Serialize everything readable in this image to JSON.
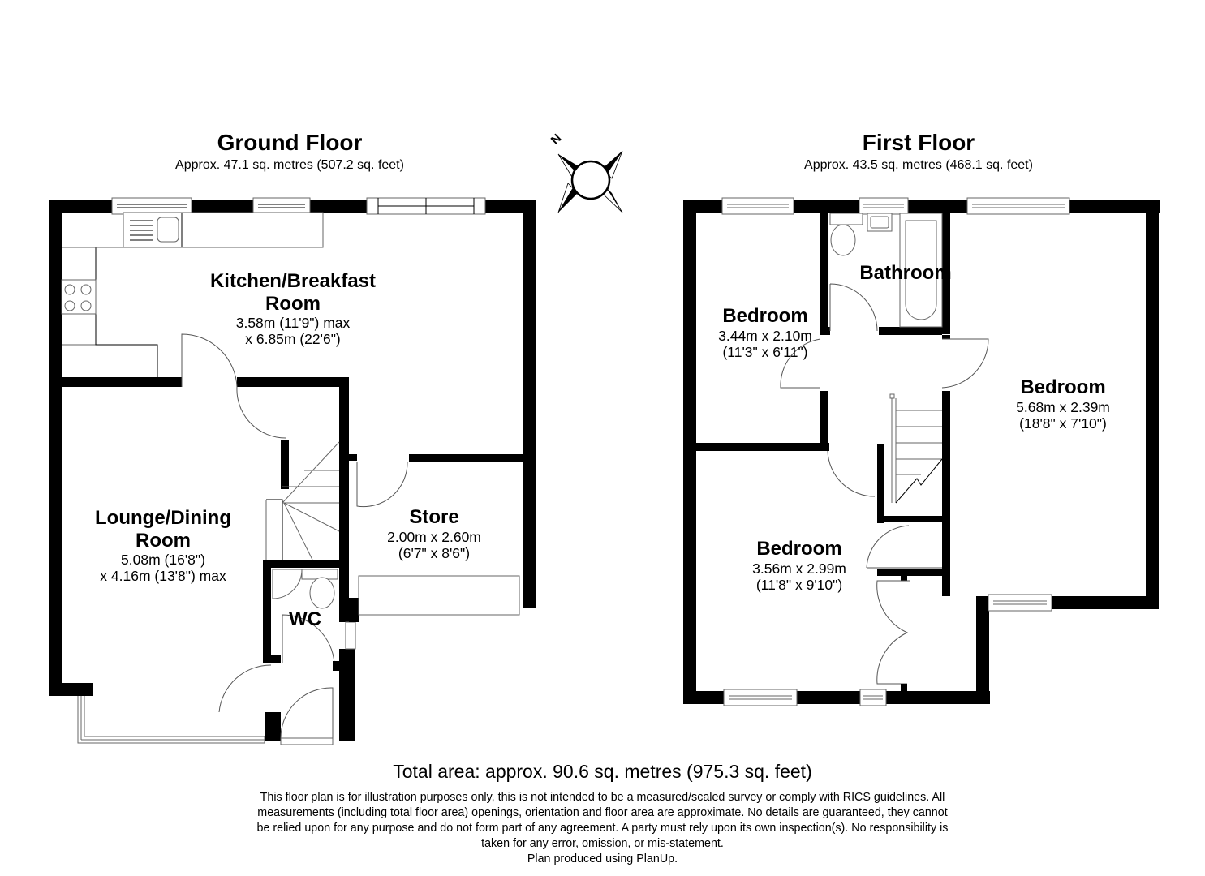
{
  "floors": [
    {
      "title": "Ground Floor",
      "area": "Approx. 47.1 sq. metres (507.2 sq. feet)",
      "rooms": [
        {
          "name": "Kitchen/Breakfast Room",
          "name_line1": "Kitchen/Breakfast",
          "name_line2": "Room",
          "dim_line1": "3.58m (11'9\") max",
          "dim_line2": "x 6.85m (22'6\")"
        },
        {
          "name": "Lounge/Dining Room",
          "name_line1": "Lounge/Dining",
          "name_line2": "Room",
          "dim_line1": "5.08m (16'8\")",
          "dim_line2": "x 4.16m (13'8\") max"
        },
        {
          "name": "Store",
          "name_line1": "Store",
          "dim_line1": "2.00m x 2.60m",
          "dim_line2": "(6'7\" x 8'6\")"
        },
        {
          "name": "WC",
          "name_line1": "WC"
        }
      ]
    },
    {
      "title": "First Floor",
      "area": "Approx. 43.5 sq. metres (468.1 sq. feet)",
      "rooms": [
        {
          "name": "Bathroom",
          "name_line1": "Bathroom"
        },
        {
          "name": "Bedroom",
          "name_line1": "Bedroom",
          "dim_line1": "3.44m x 2.10m",
          "dim_line2": "(11'3\" x 6'11\")"
        },
        {
          "name": "Bedroom",
          "name_line1": "Bedroom",
          "dim_line1": "5.68m x 2.39m",
          "dim_line2": "(18'8\" x 7'10\")"
        },
        {
          "name": "Bedroom",
          "name_line1": "Bedroom",
          "dim_line1": "3.56m x 2.99m",
          "dim_line2": "(11'8\" x 9'10\")"
        }
      ]
    }
  ],
  "compass": {
    "icon": "compass-north-icon",
    "label": "N"
  },
  "total_area": "Total area: approx. 90.6 sq. metres (975.3 sq. feet)",
  "disclaimer": {
    "line1": "This floor plan is for illustration purposes only, this is not intended to be a measured/scaled survey or comply with RICS guidelines. All",
    "line2": "measurements (including total floor area) openings, orientation and floor area are approximate. No details are guaranteed, they cannot",
    "line3": "be relied upon for any purpose and do not form part of any agreement. A party must rely upon its own inspection(s). No responsibility is",
    "line4": "taken for any error, omission, or mis-statement.",
    "line5": "Plan produced using PlanUp."
  },
  "colors": {
    "wall": "#000000",
    "background": "#ffffff",
    "fixture_line": "#666666"
  }
}
